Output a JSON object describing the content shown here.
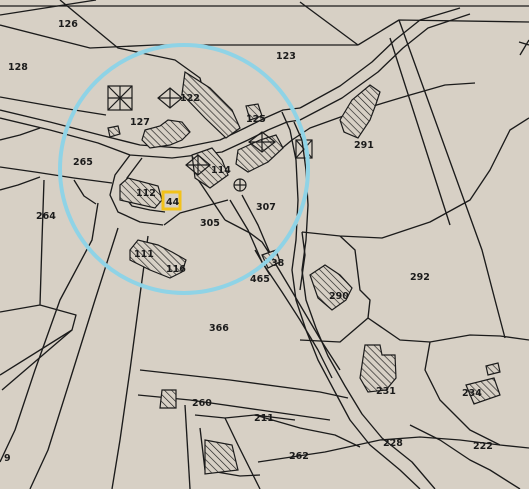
{
  "map": {
    "colors": {
      "background": "#d7d0c5",
      "lines": "#1b1b1b",
      "radius_circle": "#8fd3e6",
      "highlight_parcel": "#f2c21b"
    },
    "highlighted_parcel": "44",
    "parcel_labels": [
      "126",
      "128",
      "123",
      "127",
      "122",
      "125",
      "291",
      "265",
      "114",
      "112",
      "44",
      "264",
      "305",
      "307",
      "111",
      "116",
      "38",
      "465",
      "290",
      "292",
      "366",
      "231",
      "234",
      "260",
      "211",
      "262",
      "228",
      "222",
      "9"
    ]
  }
}
